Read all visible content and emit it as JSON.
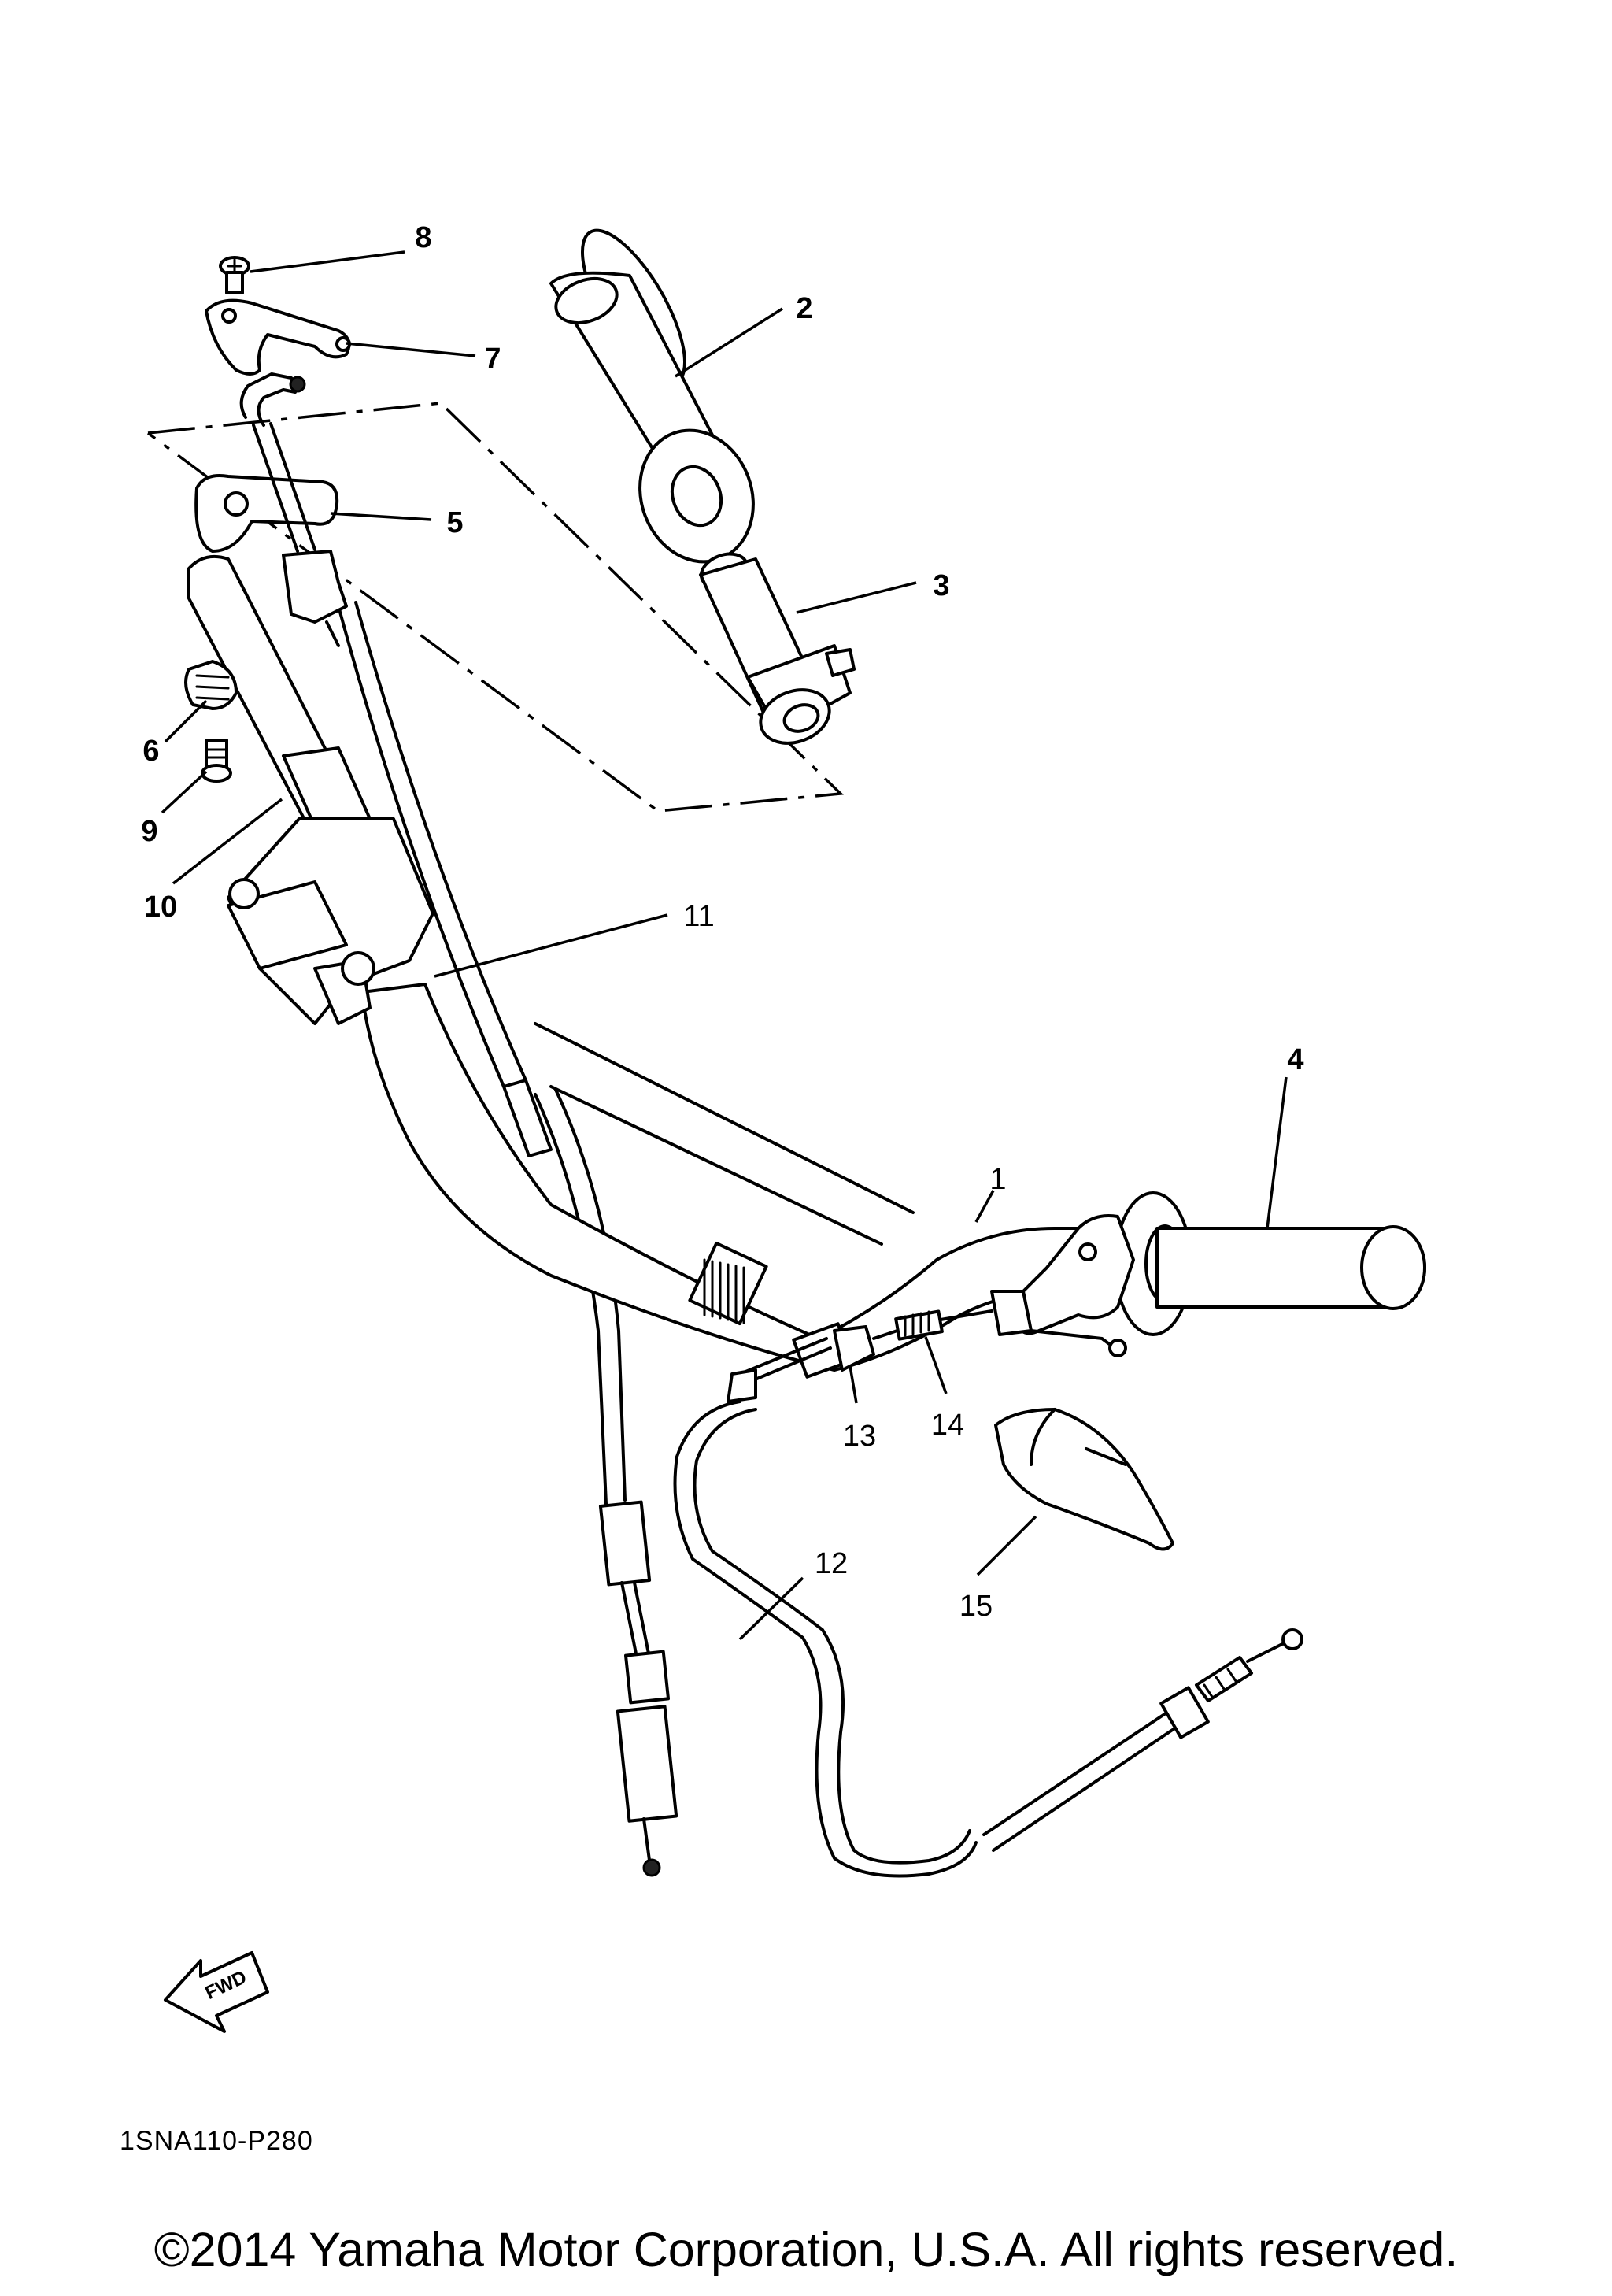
{
  "callouts": [
    {
      "label": "1"
    },
    {
      "label": "2"
    },
    {
      "label": "3"
    },
    {
      "label": "4"
    },
    {
      "label": "5"
    },
    {
      "label": "6"
    },
    {
      "label": "7"
    },
    {
      "label": "8"
    },
    {
      "label": "9"
    },
    {
      "label": "10"
    },
    {
      "label": "11"
    },
    {
      "label": "12"
    },
    {
      "label": "13"
    },
    {
      "label": "14"
    },
    {
      "label": "15"
    }
  ],
  "fwd_label": "FWD",
  "diagram_code": "1SNA110-P280",
  "copyright": "©2014 Yamaha Motor Corporation, U.S.A. All rights reserved."
}
